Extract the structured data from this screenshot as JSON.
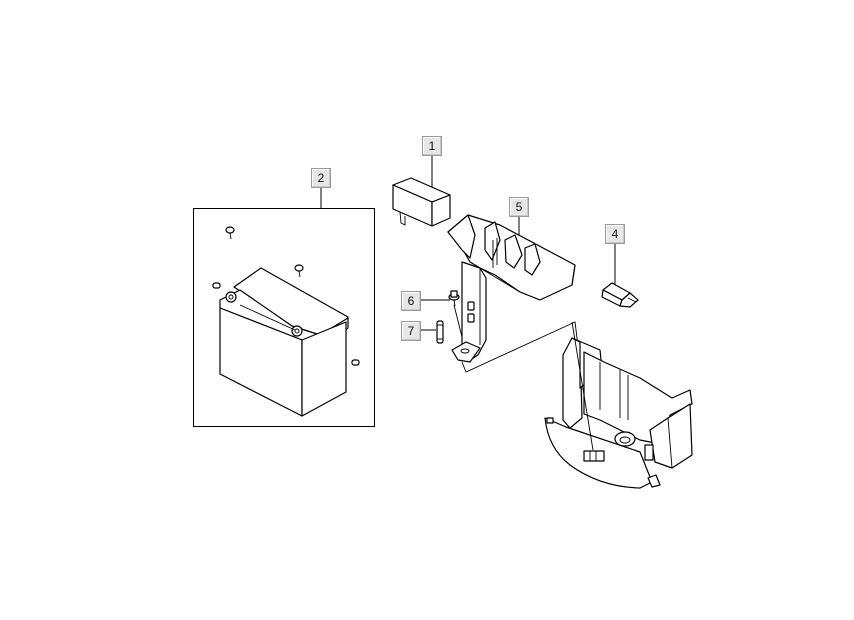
{
  "diagram": {
    "type": "exploded-parts-diagram",
    "background": "#ffffff",
    "line_color": "#000000",
    "callout_fill": "#e6e6e6",
    "callout_border": "#9a9a9a"
  },
  "callouts": [
    {
      "id": "1",
      "label": "1",
      "part": "battery-terminal-cover"
    },
    {
      "id": "2",
      "label": "2",
      "part": "battery-kit"
    },
    {
      "id": "4",
      "label": "4",
      "part": "relay-connector"
    },
    {
      "id": "5",
      "label": "5",
      "part": "battery-bracket-stand"
    },
    {
      "id": "6",
      "label": "6",
      "part": "bolt"
    },
    {
      "id": "7",
      "label": "7",
      "part": "fuse"
    }
  ],
  "groups": {
    "battery_kit": {
      "label": "2",
      "contents": [
        "battery",
        "terminal-bolt",
        "terminal-bolt",
        "terminal-nut",
        "terminal-nut"
      ]
    },
    "battery_tray": {
      "part": "battery-tray"
    }
  }
}
